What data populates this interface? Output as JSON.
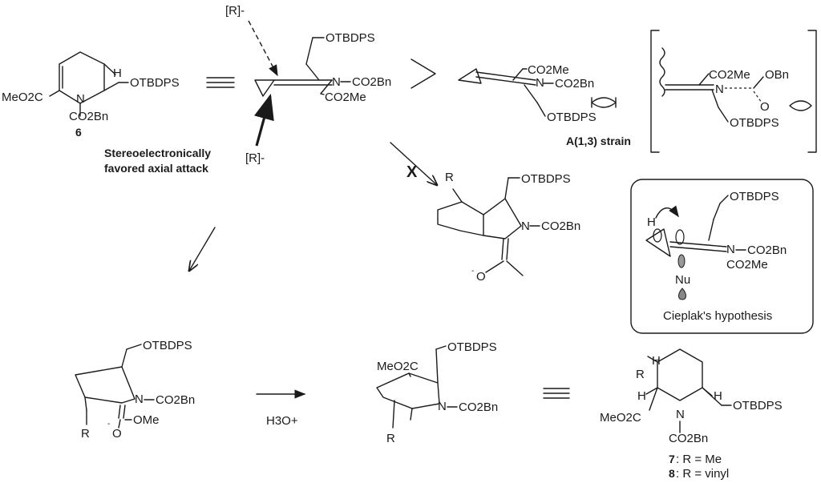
{
  "labels": {
    "otbdps": "OTBDPS",
    "meo2c": "MeO2C",
    "co2bn": "CO2Bn",
    "co2me": "CO2Me",
    "n": "N",
    "h": "H",
    "r": "R",
    "ome": "OMe",
    "obn": "OBn",
    "o": "O",
    "nu": "Nu",
    "r_minus": "[R]-",
    "minus": "-",
    "x_mark": "X"
  },
  "compound_6": "6",
  "captions": {
    "stereo_line1": "Stereoelectronically",
    "stereo_line2": "favored axial attack",
    "a13_strain": "A(1,3) strain",
    "cieplak": "Cieplak's hypothesis",
    "h3o": "H3O+"
  },
  "products": {
    "p7_num": "7",
    "p7_text": ": R =  Me",
    "p8_num": "8",
    "p8_text": ": R =  vinyl"
  }
}
